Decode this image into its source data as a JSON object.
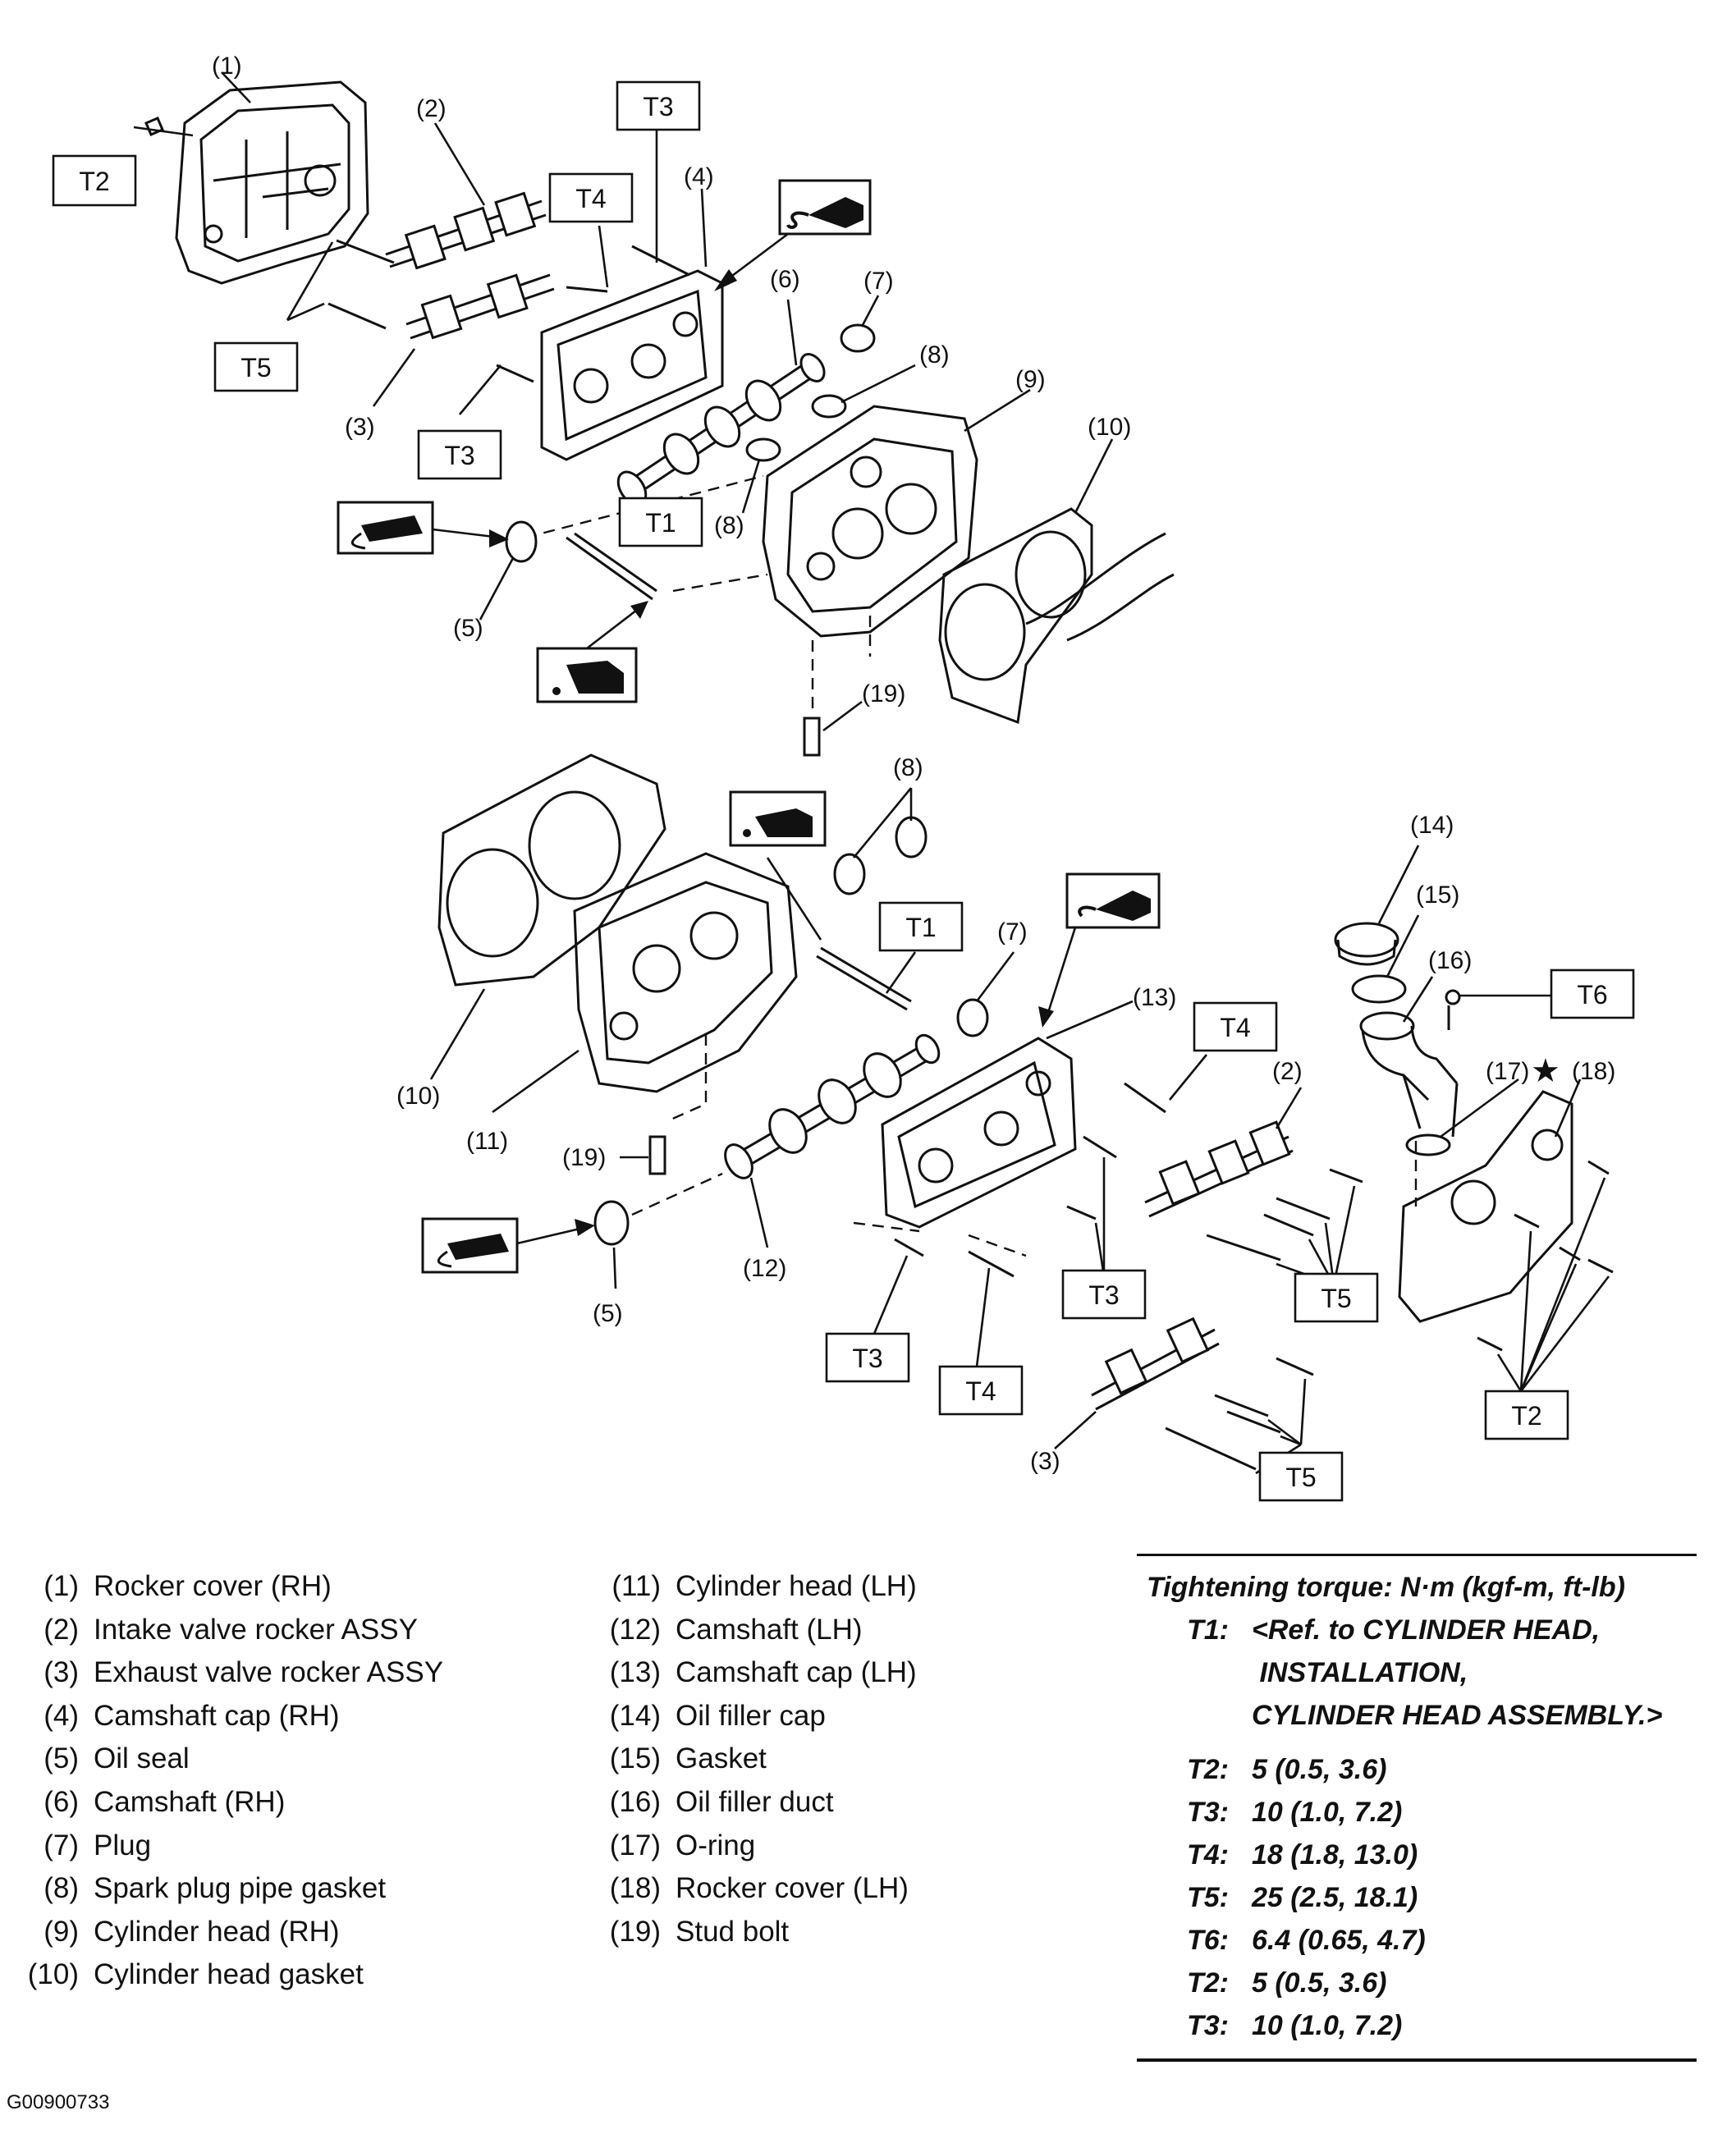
{
  "callouts": {
    "top": [
      "(1)",
      "(2)",
      "(3)",
      "(4)",
      "(5)",
      "(6)",
      "(7)",
      "(8)",
      "(8)",
      "(9)",
      "(10)",
      "(19)"
    ],
    "bottom": [
      "(8)",
      "(7)",
      "(13)",
      "(14)",
      "(15)",
      "(16)",
      "(17)",
      "(18)",
      "(2)",
      "(10)",
      "(11)",
      "(19)",
      "(12)",
      "(5)",
      "(3)"
    ]
  },
  "torque_tags": {
    "top": [
      "T2",
      "T3",
      "T4",
      "T5",
      "T3",
      "T1"
    ],
    "bottom": [
      "T1",
      "T6",
      "T4",
      "T3",
      "T5",
      "T3",
      "T4",
      "T2",
      "T5"
    ]
  },
  "star_symbol": "★",
  "icons": [
    "sealant-icon",
    "oil-can-icon",
    "grease-gun-icon"
  ],
  "legend_left": [
    {
      "num": "(1)",
      "text": "Rocker cover (RH)"
    },
    {
      "num": "(2)",
      "text": "Intake valve rocker ASSY"
    },
    {
      "num": "(3)",
      "text": "Exhaust valve rocker ASSY"
    },
    {
      "num": "(4)",
      "text": "Camshaft cap (RH)"
    },
    {
      "num": "(5)",
      "text": "Oil seal"
    },
    {
      "num": "(6)",
      "text": "Camshaft (RH)"
    },
    {
      "num": "(7)",
      "text": "Plug"
    },
    {
      "num": "(8)",
      "text": "Spark plug pipe gasket"
    },
    {
      "num": "(9)",
      "text": "Cylinder head (RH)"
    },
    {
      "num": "(10)",
      "text": "Cylinder head gasket"
    }
  ],
  "legend_right": [
    {
      "num": "(11)",
      "text": "Cylinder head (LH)"
    },
    {
      "num": "(12)",
      "text": "Camshaft (LH)"
    },
    {
      "num": "(13)",
      "text": "Camshaft cap (LH)"
    },
    {
      "num": "(14)",
      "text": "Oil filler cap"
    },
    {
      "num": "(15)",
      "text": "Gasket"
    },
    {
      "num": "(16)",
      "text": "Oil filler duct"
    },
    {
      "num": "(17)",
      "text": "O-ring"
    },
    {
      "num": "(18)",
      "text": "Rocker cover (LH)"
    },
    {
      "num": "(19)",
      "text": "Stud bolt"
    }
  ],
  "torque": {
    "title": "Tightening torque: N·m (kgf-m, ft-lb)",
    "t1_key": "T1:",
    "t1_lines": [
      "<Ref. to CYLINDER HEAD,",
      " INSTALLATION,",
      "CYLINDER HEAD ASSEMBLY.>"
    ],
    "rows": [
      {
        "key": "T2:",
        "value": "5 (0.5, 3.6)"
      },
      {
        "key": "T3:",
        "value": "10 (1.0, 7.2)"
      },
      {
        "key": "T4:",
        "value": "18 (1.8, 13.0)"
      },
      {
        "key": "T5:",
        "value": "25 (2.5, 18.1)"
      },
      {
        "key": "T6:",
        "value": "6.4 (0.65, 4.7)"
      },
      {
        "key": "T2:",
        "value": "5 (0.5, 3.6)"
      },
      {
        "key": "T3:",
        "value": "10 (1.0, 7.2)"
      }
    ]
  },
  "figure_id": "G00900733"
}
